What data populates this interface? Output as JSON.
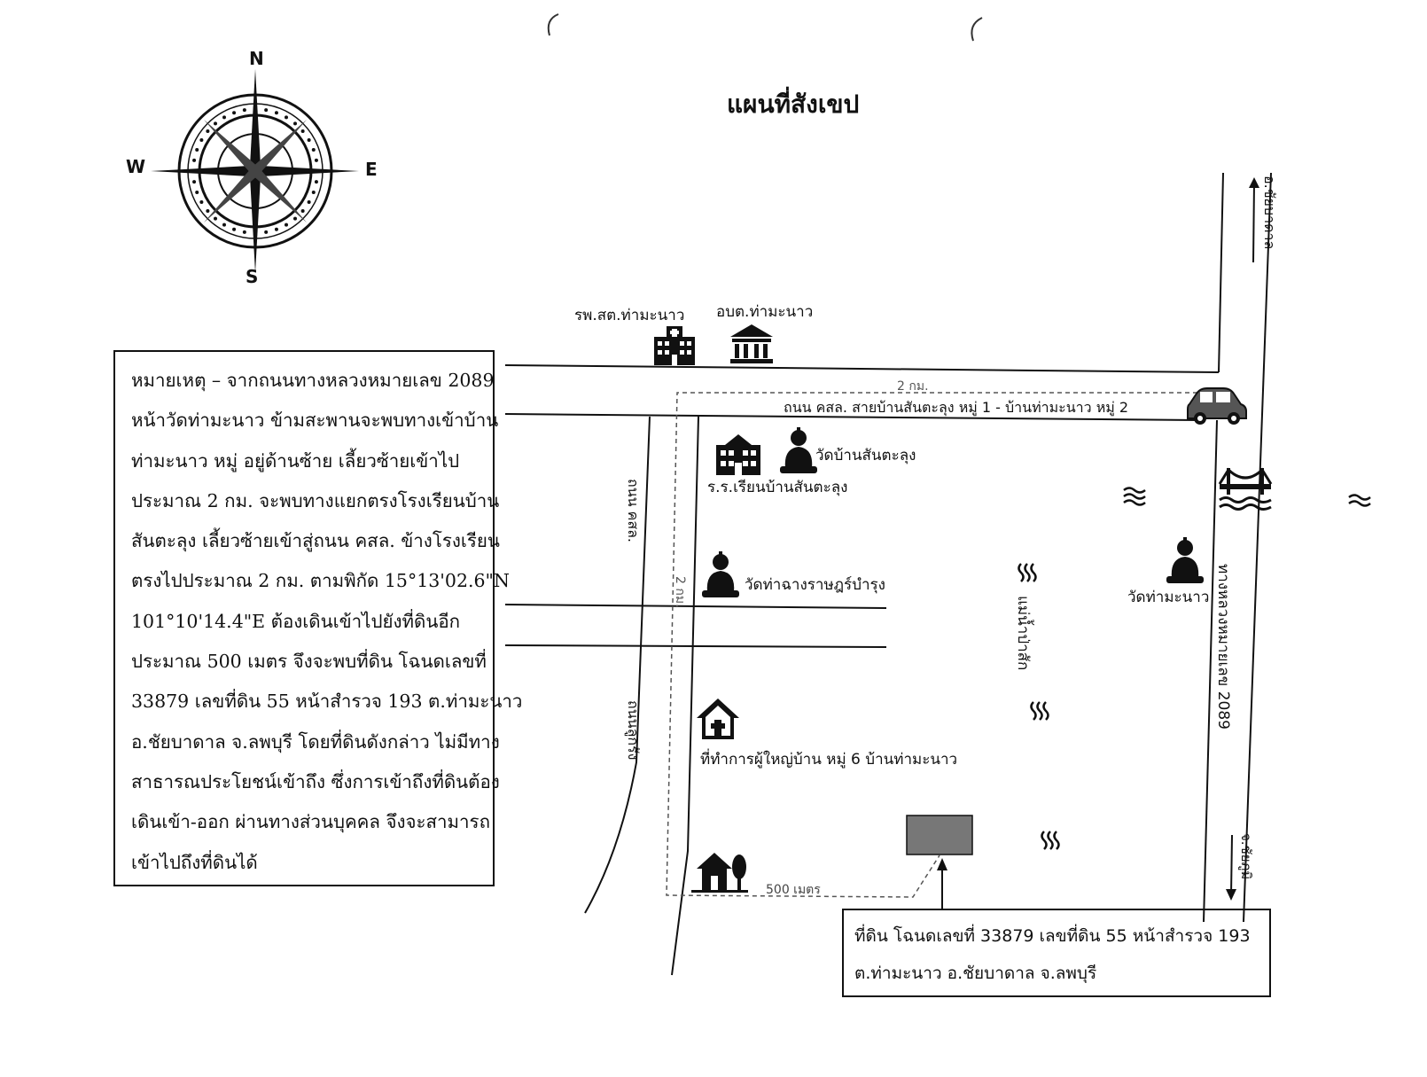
{
  "title": "แผนที่สังเขป",
  "compass": {
    "n": "N",
    "e": "E",
    "s": "S",
    "w": "W"
  },
  "note": {
    "lines": [
      "หมายเหตุ – จากถนนทางหลวงหมายเลข 2089",
      "หน้าวัดท่ามะนาว ข้ามสะพานจะพบทางเข้าบ้าน",
      "ท่ามะนาว หมู่ อยู่ด้านซ้าย เลี้ยวซ้ายเข้าไป",
      "ประมาณ 2 กม. จะพบทางแยกตรงโรงเรียนบ้าน",
      "สันตะลุง เลี้ยวซ้ายเข้าสู่ถนน คสล. ข้างโรงเรียน",
      "ตรงไปประมาณ 2 กม. ตามพิกัด 15°13'02.6\"N",
      "101°10'14.4\"E ต้องเดินเข้าไปยังที่ดินอีก",
      "ประมาณ 500 เมตร จึงจะพบที่ดิน โฉนดเลขที่",
      "33879 เลขที่ดิน 55 หน้าสำรวจ 193 ต.ท่ามะนาว",
      "อ.ชัยบาดาล จ.ลพบุรี โดยที่ดินดังกล่าว ไม่มีทาง",
      "สาธารณประโยชน์เข้าถึง ซึ่งการเข้าถึงที่ดินต้อง",
      "เดินเข้า-ออก ผ่านทางส่วนบุคคล จึงจะสามารถ",
      "เข้าไปถึงที่ดินได้"
    ]
  },
  "parcel": {
    "line1": "ที่ดิน โฉนดเลขที่ 33879 เลขที่ดิน 55 หน้าสำรวจ 193",
    "line2": "ต.ท่ามะนาว อ.ชัยบาดาล จ.ลพบุรี"
  },
  "labels": {
    "health_center": "รพ.สต.ท่ามะนาว",
    "sao": "อบต.ท่ามะนาว",
    "road_concrete": "ถนน คสล. สายบ้านสันตะลุง หมู่ 1 - บ้านท่ามะนาว หมู่ 2",
    "dist_top": "2 กม.",
    "dist_side": "2 กม.",
    "dist_walk": "500 เมตร",
    "temple_santalung": "วัดบ้านสันตะลุง",
    "school": "ร.ร.เรียนบ้านสันตะลุง",
    "temple_thachang": "วัดท่าฉางราษฎร์บำรุง",
    "temple_thamanao": "วัดท่ามะนาว",
    "headman_office": "ที่ทำการผู้ใหญ่บ้าน หมู่ 6 บ้านท่ามะนาว",
    "road_ksl_vertical": "ถนน คสล.",
    "road_laterite": "ถนนลูกรัง",
    "river": "แม่น้ำป่าสัก",
    "highway": "ทางหลวงหมายเลข 2089",
    "to_chaibadan": "อ.ชัยบาดาล",
    "to_chaiyaphum": "จ.ชัยภูมิ"
  },
  "colors": {
    "line": "#111111",
    "parcel_fill": "#777777",
    "dashed": "#555555"
  },
  "icons": [
    "compass-rose-icon",
    "hospital-icon",
    "government-building-icon",
    "car-icon",
    "school-icon",
    "buddha-icon",
    "bridge-icon",
    "water-wave-icon",
    "house-icon",
    "home-tree-icon",
    "arrow-up-icon"
  ]
}
